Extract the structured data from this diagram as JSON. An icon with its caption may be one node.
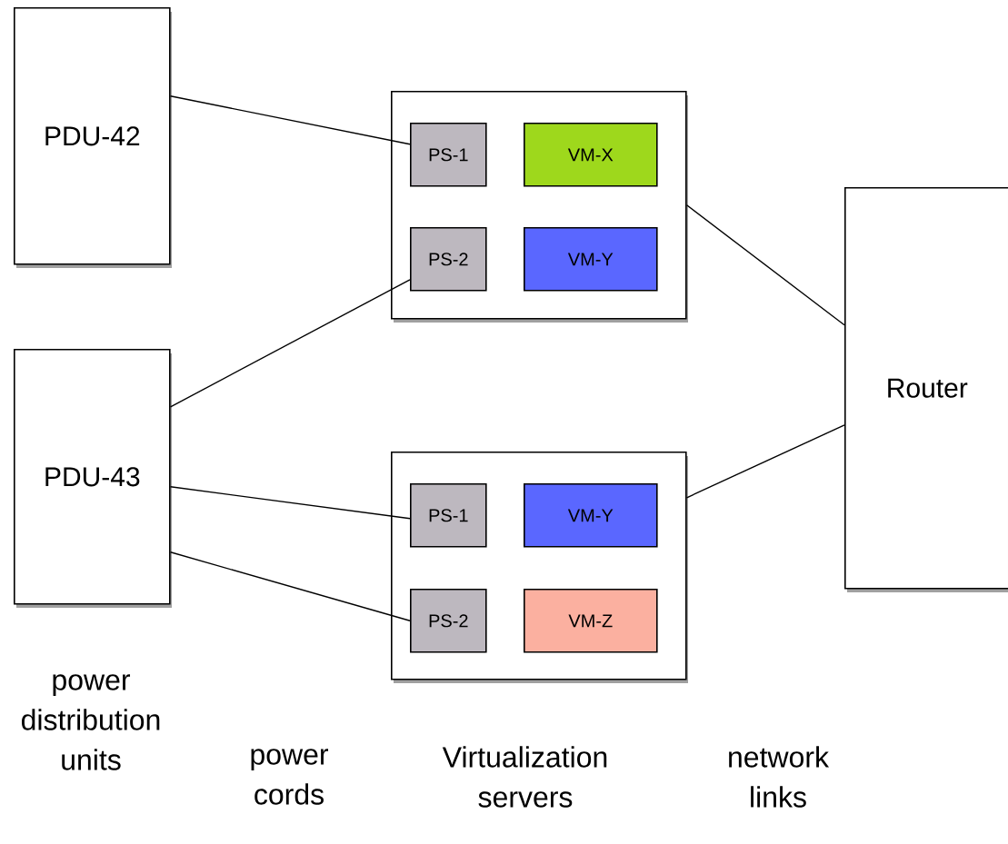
{
  "diagram": {
    "nodes": [
      {
        "text": [
          "PDU-42"
        ]
      },
      {
        "text": [],
        "shape": "box"
      },
      {
        "text": [
          "PS-1"
        ],
        "in": 1
      },
      {
        "text": [
          "VM-X"
        ],
        "in": 1
      },
      {
        "text": [
          "PS-2"
        ],
        "in": 1
      },
      {
        "text": [
          "VM-Y"
        ],
        "in": 1
      },
      {
        "text": [
          "PDU-43"
        ]
      },
      {
        "text": [],
        "shape": "box"
      },
      {
        "text": [
          "PS-1"
        ],
        "in": 7
      },
      {
        "text": [
          "VM-Y"
        ],
        "in": 7
      },
      {
        "text": [
          "PS-2"
        ],
        "in": 7
      },
      {
        "text": [
          "VM-Z"
        ],
        "in": 7
      },
      {
        "text": [
          "Router"
        ]
      }
    ],
    "edges": [
      {
        "from": 0,
        "to": 2,
        "arrow": "none"
      },
      {
        "from": 6,
        "to": 4,
        "arrow": "none"
      },
      {
        "from": 6,
        "to": 8,
        "arrow": "none"
      },
      {
        "from": 6,
        "to": 10,
        "arrow": "none"
      },
      {
        "from": 1,
        "to": 12,
        "arrow": "none"
      },
      {
        "from": 7,
        "to": 12,
        "arrow": "none"
      }
    ],
    "labels": [
      "power distribution units",
      "power cords",
      "Virtualization servers",
      "network links"
    ]
  }
}
